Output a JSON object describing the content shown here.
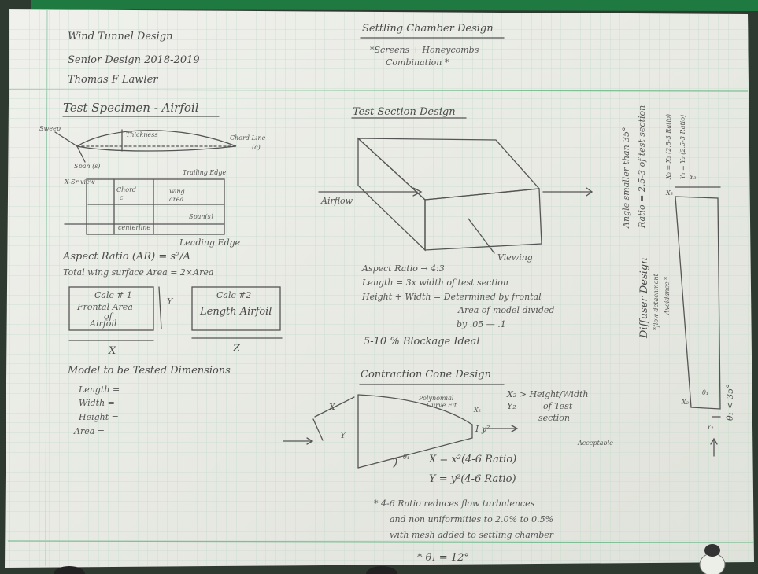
{
  "header": {
    "title": "Wind Tunnel Design",
    "course": "Senior Design 2018-2019",
    "author": "Thomas F Lawler"
  },
  "settling": {
    "title": "Settling Chamber Design",
    "line1": "*Screens + Honeycombs",
    "line2": "Combination *"
  },
  "airfoil": {
    "title": "Test Specimen - Airfoil",
    "label_sweep": "Sweep",
    "label_thickness": "Thickness",
    "label_chord_line": "Chord Line",
    "label_c": "(c)",
    "label_span": "Span (s)",
    "label_trailing": "Trailing Edge",
    "label_xsr_view": "X-Sr view",
    "label_chord": "Chord",
    "label_chord_c": "c",
    "label_wing": "wing",
    "label_area": "area",
    "label_span_s": "Span(s)",
    "label_centerline": "centerline",
    "label_leading": "Leading Edge",
    "aspect_ratio": "Aspect Ratio (AR) = s²/A",
    "total_area": "Total wing surface Area = 2×Area"
  },
  "calcs": {
    "calc1_title": "Calc # 1",
    "calc1_line1": "Frontal Area",
    "calc1_line2": "of",
    "calc1_line3": "Airfoil",
    "calc1_y": "Y",
    "calc1_x": "X",
    "calc2_title": "Calc #2",
    "calc2_line1": "Length Airfoil",
    "calc2_z": "Z"
  },
  "model": {
    "title": "Model to be Tested Dimensions",
    "length": "Length =",
    "width": "Width =",
    "height": "Height =",
    "area": "Area ="
  },
  "test_section": {
    "title": "Test Section Design",
    "airflow": "Airflow",
    "viewing": "Viewing",
    "aspect": "Aspect Ratio → 4:3",
    "length": "Length = 3x width of test section",
    "height1": "Height + Width = Determined by frontal",
    "height2": "Area of model divided",
    "height3": "by .05 — .1",
    "blockage": "5-10 % Blockage Ideal"
  },
  "contraction": {
    "title": "Contraction Cone Design",
    "x_label": "X",
    "y_label": "Y",
    "poly1": "Polynomial",
    "poly2": "Curve Fit",
    "x2": "X₂",
    "y2": "Y₂",
    "iy2": "I y²",
    "theta": "θ₁",
    "note1": "X₂ > Height/Width",
    "note2": "Y₂",
    "note3": "of Test",
    "note4": "section",
    "acceptable": "Acceptable",
    "eq1": "X = x²(4-6 Ratio)",
    "eq2": "Y = y²(4-6 Ratio)",
    "foot1": "* 4-6 Ratio reduces flow turbulences",
    "foot2": "and non uniformities to 2.0% to 0.5%",
    "foot3": "with mesh added to settling chamber",
    "theta_val": "* θ₁ = 12°"
  },
  "diffuser": {
    "angle": "Angle smaller than 35°",
    "ratio": "Ratio = 2.5-3 of test section",
    "x3": "X₃ = X₂ (2.5-3 Ratio)",
    "y3": "Y₃ = Y₂ (2.5-3 Ratio)",
    "title": "Diffuser Design",
    "flow1": "*flow detachment",
    "flow2": "Avoidance *",
    "x_s": "X₃",
    "y_s": "Y₃",
    "x2": "X₂",
    "y2": "Y₂",
    "theta": "θ₁",
    "theta_lt": "θ₁ < 35°"
  },
  "colors": {
    "paper": "#e9ebe4",
    "grid": "#b9d3c4",
    "pencil": "#4a4a4a",
    "green_strip": "#1f7a42"
  }
}
